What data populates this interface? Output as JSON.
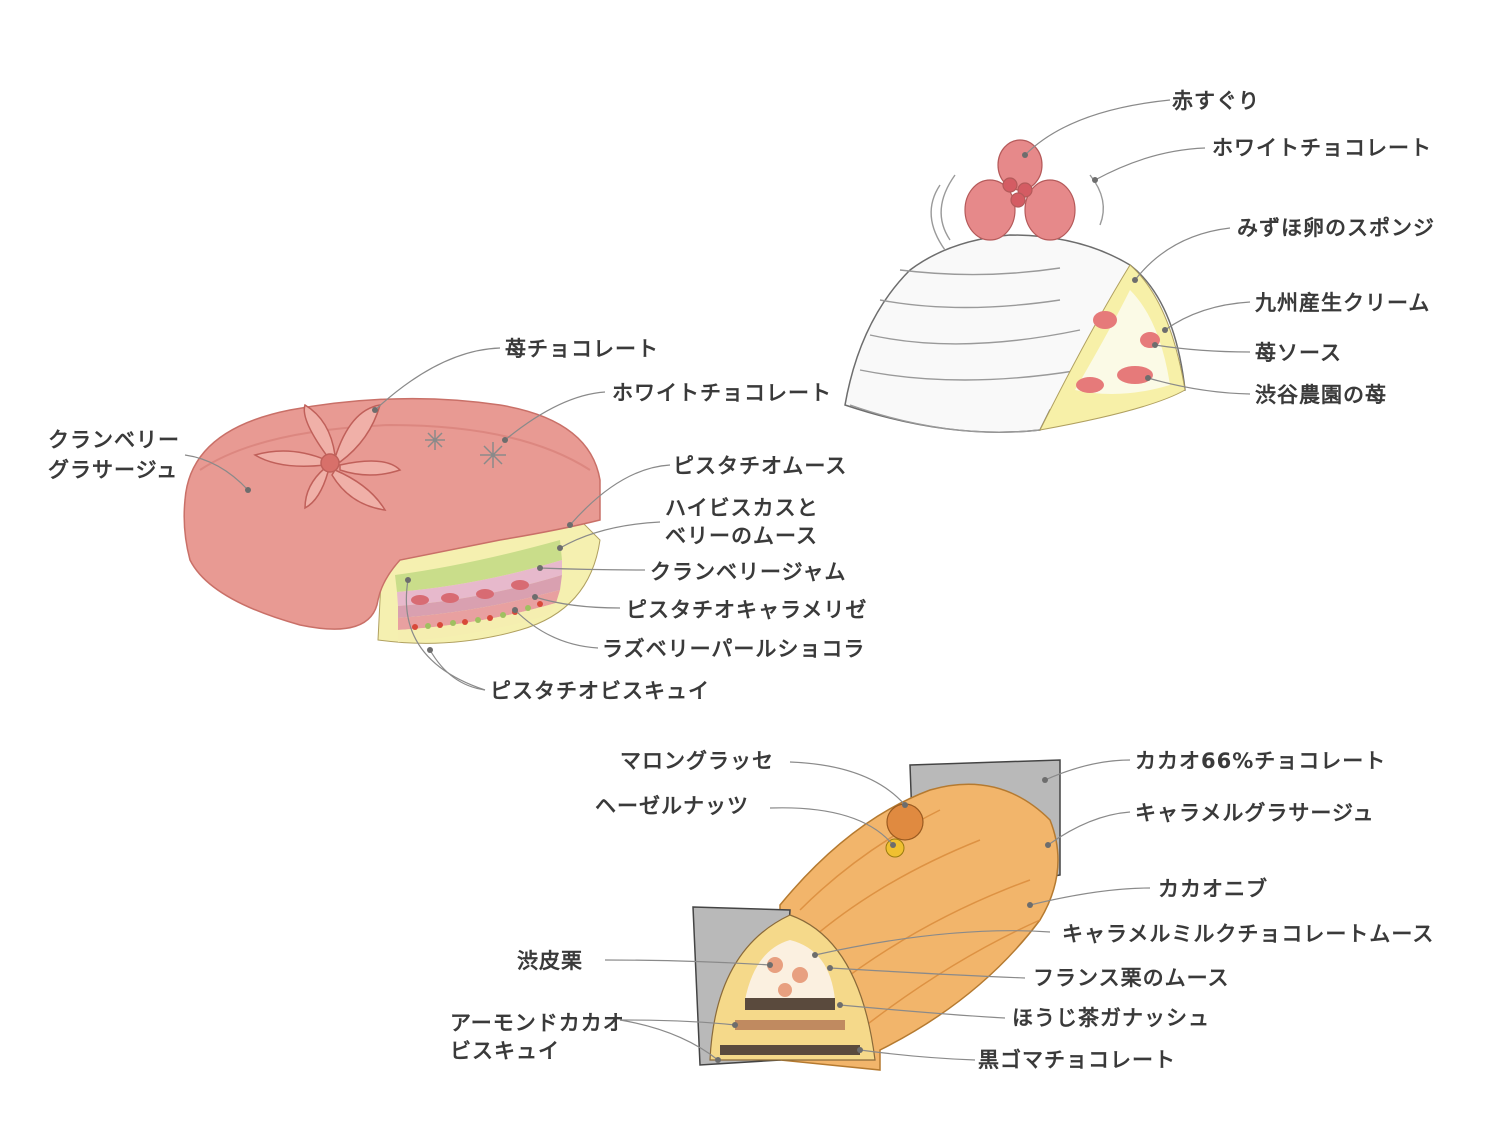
{
  "colors": {
    "strawberry_pink": "#e89a93",
    "cream": "#f7f0a8",
    "pistachio": "#c9d98a",
    "caramel": "#f2b56b",
    "chocolate": "#5a4a3d",
    "pencil": "#8a8a8a"
  },
  "cakes": {
    "cranberry": {
      "labels": [
        "苺チョコレート",
        "ホワイトチョコレート",
        "クランベリー",
        "グラサージュ",
        "ピスタチオムース",
        "ハイビスカスと",
        "ベリーのムース",
        "クランベリージャム",
        "ピスタチオキャラメリゼ",
        "ラズベリーパールショコラ",
        "ピスタチオビスキュイ"
      ]
    },
    "dome": {
      "labels": [
        "赤すぐり",
        "ホワイトチョコレート",
        "みずほ卵のスポンジ",
        "九州産生クリーム",
        "苺ソース",
        "渋谷農園の苺"
      ]
    },
    "log": {
      "labels": [
        "マロングラッセ",
        "ヘーゼルナッツ",
        "カカオ66%チョコレート",
        "キャラメルグラサージュ",
        "カカオニブ",
        "キャラメルミルクチョコレートムース",
        "渋皮栗",
        "フランス栗のムース",
        "アーモンドカカオ",
        "ビスキュイ",
        "ほうじ茶ガナッシュ",
        "黒ゴマチョコレート"
      ]
    }
  }
}
